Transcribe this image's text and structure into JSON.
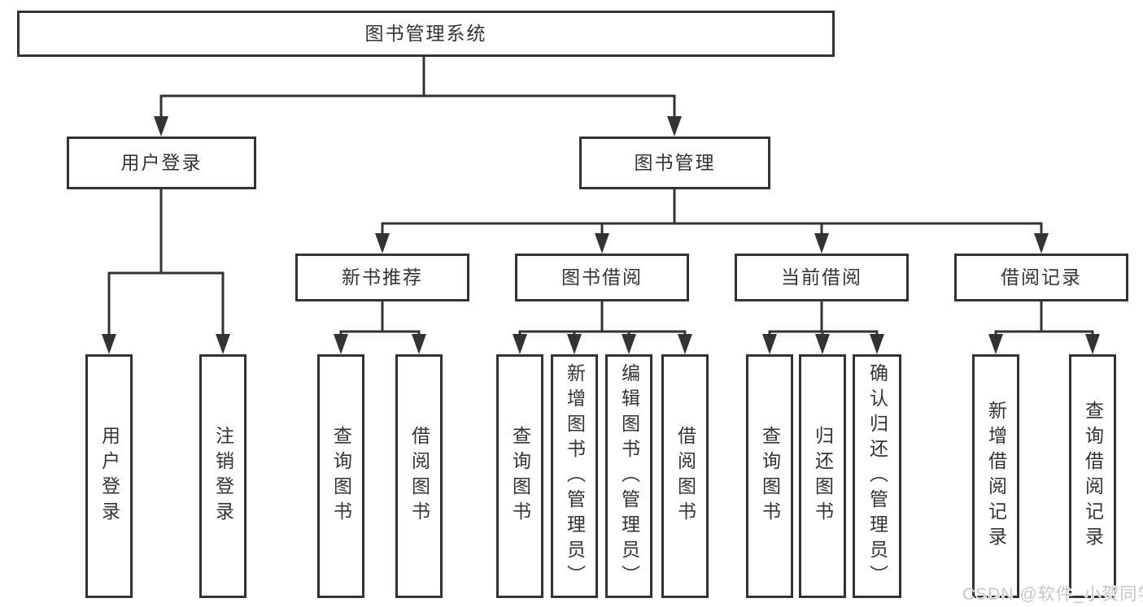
{
  "tree": {
    "root": {
      "label": "图书管理系统"
    },
    "branches": [
      {
        "label": "用户登录",
        "children": [
          {
            "label": "用户登录"
          },
          {
            "label": "注销登录"
          }
        ]
      },
      {
        "label": "图书管理",
        "children": [
          {
            "label": "新书推荐",
            "children": [
              {
                "label": "查询图书"
              },
              {
                "label": "借阅图书"
              }
            ]
          },
          {
            "label": "图书借阅",
            "children": [
              {
                "label": "查询图书"
              },
              {
                "label": "新增图书（管理员）"
              },
              {
                "label": "编辑图书（管理员）"
              },
              {
                "label": "借阅图书"
              }
            ]
          },
          {
            "label": "当前借阅",
            "children": [
              {
                "label": "查询图书"
              },
              {
                "label": "归还图书"
              },
              {
                "label": "确认归还（管理员）"
              }
            ]
          },
          {
            "label": "借阅记录",
            "children": [
              {
                "label": "新增借阅记录"
              },
              {
                "label": "查询借阅记录"
              }
            ]
          }
        ]
      }
    ]
  },
  "watermark": {
    "text": "CSDN @软件_小贺同学"
  },
  "colors": {
    "line": "#333333",
    "box_border": "#333333",
    "box_fill": "#ffffff",
    "text": "#333333",
    "watermark": "#c6c6c6"
  }
}
